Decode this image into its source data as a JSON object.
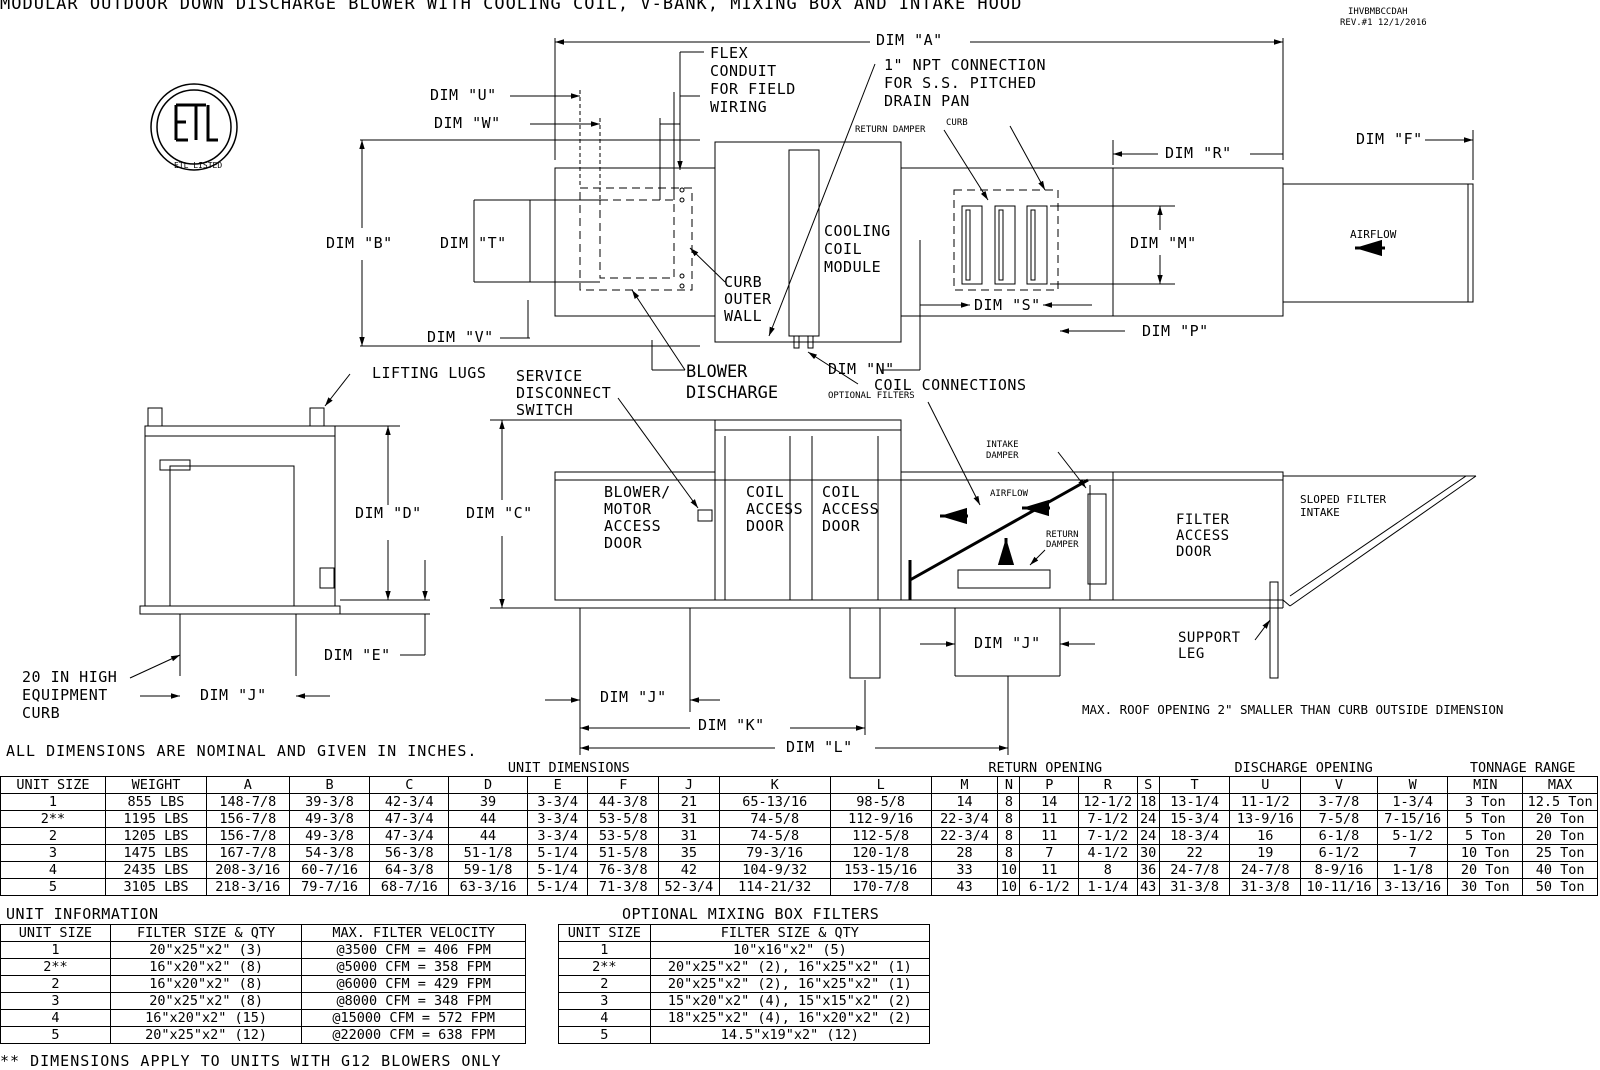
{
  "title": "MODULAR OUTDOOR DOWN DISCHARGE BLOWER WITH COOLING COIL, V-BANK, MIXING BOX AND INTAKE HOOD",
  "drawing_id": "IHVBMBCCDAH",
  "revision": "REV.#1 12/1/2016",
  "logo_text": "ETL LISTED",
  "labels": {
    "dim_a": "DIM \"A\"",
    "dim_b": "DIM \"B\"",
    "dim_c": "DIM \"C\"",
    "dim_d": "DIM \"D\"",
    "dim_e": "DIM \"E\"",
    "dim_f": "DIM \"F\"",
    "dim_j1": "DIM \"J\"",
    "dim_j2": "DIM \"J\"",
    "dim_j3": "DIM \"J\"",
    "dim_k": "DIM \"K\"",
    "dim_l": "DIM \"L\"",
    "dim_m": "DIM \"M\"",
    "dim_n": "DIM \"N\"",
    "dim_p": "DIM \"P\"",
    "dim_r": "DIM \"R\"",
    "dim_s": "DIM \"S\"",
    "dim_t": "DIM \"T\"",
    "dim_u": "DIM \"U\"",
    "dim_v": "DIM \"V\"",
    "dim_w": "DIM \"W\"",
    "flex_conduit": [
      "FLEX",
      "CONDUIT",
      "FOR FIELD",
      "WIRING"
    ],
    "npt": [
      "1\" NPT CONNECTION",
      "FOR S.S. PITCHED",
      "DRAIN PAN"
    ],
    "return_damper_top": "RETURN DAMPER",
    "curb_top": "CURB",
    "airflow_top": "AIRFLOW",
    "cooling_coil": [
      "COOLING",
      "COIL",
      "MODULE"
    ],
    "curb_outer_wall": [
      "CURB",
      "OUTER",
      "WALL"
    ],
    "blower_discharge": [
      "BLOWER",
      "DISCHARGE"
    ],
    "coil_connections": "COIL CONNECTIONS",
    "lifting_lugs": "LIFTING LUGS",
    "service_disconnect": [
      "SERVICE",
      "DISCONNECT",
      "SWITCH"
    ],
    "optional_filters": "OPTIONAL FILTERS",
    "intake_damper": [
      "INTAKE",
      "DAMPER"
    ],
    "airflow_side": "AIRFLOW",
    "return_damper_side": [
      "RETURN",
      "DAMPER"
    ],
    "blower_motor_door": [
      "BLOWER/",
      "MOTOR",
      "ACCESS",
      "DOOR"
    ],
    "coil_access_door_1": [
      "COIL",
      "ACCESS",
      "DOOR"
    ],
    "coil_access_door_2": [
      "COIL",
      "ACCESS",
      "DOOR"
    ],
    "filter_access_door": [
      "FILTER",
      "ACCESS",
      "DOOR"
    ],
    "sloped_filter_intake": [
      "SLOPED FILTER",
      "INTAKE"
    ],
    "support_leg": [
      "SUPPORT",
      "LEG"
    ],
    "equipment_curb": [
      "20 IN HIGH",
      "EQUIPMENT",
      "CURB"
    ],
    "roof_note": "MAX. ROOF OPENING 2\" SMALLER THAN CURB OUTSIDE DIMENSION",
    "nominal_note": "ALL DIMENSIONS ARE NOMINAL AND GIVEN IN INCHES.",
    "footnote": "** DIMENSIONS APPLY TO UNITS WITH G12 BLOWERS ONLY"
  },
  "dim_table": {
    "group_headers": [
      "UNIT DIMENSIONS",
      "RETURN OPENING",
      "DISCHARGE OPENING",
      "TONNAGE RANGE"
    ],
    "columns": [
      "UNIT SIZE",
      "WEIGHT",
      "A",
      "B",
      "C",
      "D",
      "E",
      "F",
      "J",
      "K",
      "L",
      "M",
      "N",
      "P",
      "R",
      "S",
      "T",
      "U",
      "V",
      "W",
      "MIN",
      "MAX"
    ],
    "rows": [
      [
        "1",
        "855 LBS",
        "148-7/8",
        "39-3/8",
        "42-3/4",
        "39",
        "3-3/4",
        "44-3/8",
        "21",
        "65-13/16",
        "98-5/8",
        "14",
        "8",
        "14",
        "12-1/2",
        "18",
        "13-1/4",
        "11-1/2",
        "3-7/8",
        "1-3/4",
        "3 Ton",
        "12.5 Ton"
      ],
      [
        "2**",
        "1195 LBS",
        "156-7/8",
        "49-3/8",
        "47-3/4",
        "44",
        "3-3/4",
        "53-5/8",
        "31",
        "74-5/8",
        "112-9/16",
        "22-3/4",
        "8",
        "11",
        "7-1/2",
        "24",
        "15-3/4",
        "13-9/16",
        "7-5/8",
        "7-15/16",
        "5 Ton",
        "20 Ton"
      ],
      [
        "2",
        "1205 LBS",
        "156-7/8",
        "49-3/8",
        "47-3/4",
        "44",
        "3-3/4",
        "53-5/8",
        "31",
        "74-5/8",
        "112-5/8",
        "22-3/4",
        "8",
        "11",
        "7-1/2",
        "24",
        "18-3/4",
        "16",
        "6-1/8",
        "5-1/2",
        "5 Ton",
        "20 Ton"
      ],
      [
        "3",
        "1475 LBS",
        "167-7/8",
        "54-3/8",
        "56-3/8",
        "51-1/8",
        "5-1/4",
        "51-5/8",
        "35",
        "79-3/16",
        "120-1/8",
        "28",
        "8",
        "7",
        "4-1/2",
        "30",
        "22",
        "19",
        "6-1/2",
        "7",
        "10 Ton",
        "25 Ton"
      ],
      [
        "4",
        "2435 LBS",
        "208-3/16",
        "60-7/16",
        "64-3/8",
        "59-1/8",
        "5-1/4",
        "76-3/8",
        "42",
        "104-9/32",
        "153-15/16",
        "33",
        "10",
        "11",
        "8",
        "36",
        "24-7/8",
        "24-7/8",
        "8-9/16",
        "1-1/8",
        "20 Ton",
        "40 Ton"
      ],
      [
        "5",
        "3105 LBS",
        "218-3/16",
        "79-7/16",
        "68-7/16",
        "63-3/16",
        "5-1/4",
        "71-3/8",
        "52-3/4",
        "114-21/32",
        "170-7/8",
        "43",
        "10",
        "6-1/2",
        "1-1/4",
        "43",
        "31-3/8",
        "31-3/8",
        "10-11/16",
        "3-13/16",
        "30 Ton",
        "50 Ton"
      ]
    ]
  },
  "unit_info": {
    "title": "UNIT INFORMATION",
    "columns": [
      "UNIT SIZE",
      "FILTER SIZE & QTY",
      "MAX. FILTER VELOCITY"
    ],
    "rows": [
      [
        "1",
        "20\"x25\"x2\" (3)",
        "@3500 CFM = 406 FPM"
      ],
      [
        "2**",
        "16\"x20\"x2\" (8)",
        "@5000 CFM = 358 FPM"
      ],
      [
        "2",
        "16\"x20\"x2\" (8)",
        "@6000 CFM = 429 FPM"
      ],
      [
        "3",
        "20\"x25\"x2\" (8)",
        "@8000 CFM = 348 FPM"
      ],
      [
        "4",
        "16\"x20\"x2\" (15)",
        "@15000 CFM = 572 FPM"
      ],
      [
        "5",
        "20\"x25\"x2\" (12)",
        "@22000 CFM = 638 FPM"
      ]
    ]
  },
  "mixing_box": {
    "title": "OPTIONAL MIXING BOX FILTERS",
    "columns": [
      "UNIT SIZE",
      "FILTER SIZE & QTY"
    ],
    "rows": [
      [
        "1",
        "10\"x16\"x2\" (5)"
      ],
      [
        "2**",
        "20\"x25\"x2\" (2), 16\"x25\"x2\" (1)"
      ],
      [
        "2",
        "20\"x25\"x2\" (2), 16\"x25\"x2\" (1)"
      ],
      [
        "3",
        "15\"x20\"x2\" (4), 15\"x15\"x2\" (2)"
      ],
      [
        "4",
        "18\"x25\"x2\" (4), 16\"x20\"x2\" (2)"
      ],
      [
        "5",
        "14.5\"x19\"x2\" (12)"
      ]
    ]
  }
}
